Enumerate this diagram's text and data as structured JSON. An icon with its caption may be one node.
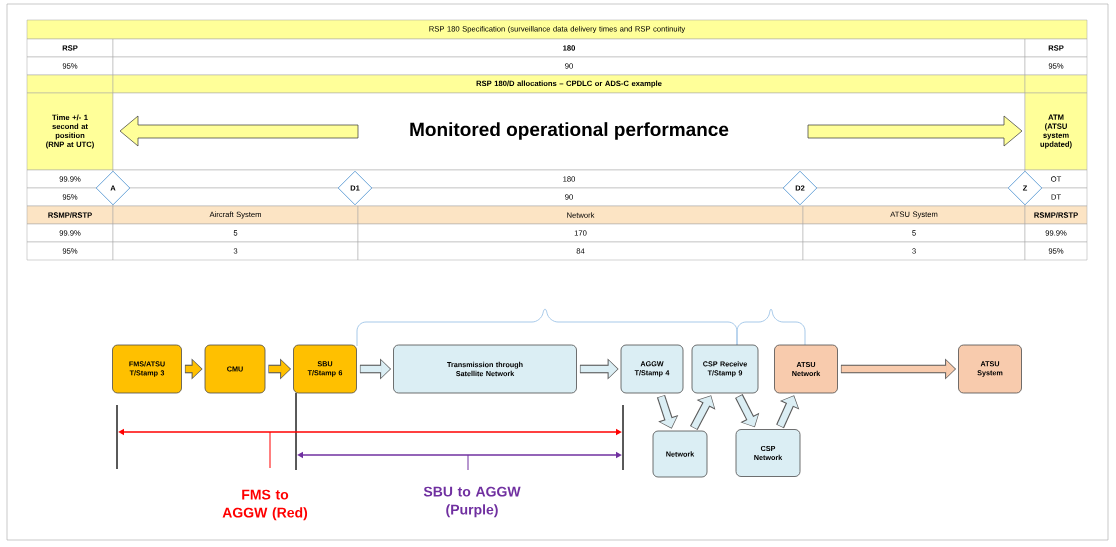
{
  "diagram": {
    "nodes": [
      {
        "text": [
          "FMS/ATSU T/Stamp 3"
        ]
      },
      {
        "text": [
          "CMU"
        ]
      },
      {
        "text": [
          "SBU T/Stamp 6"
        ]
      },
      {
        "text": [
          "Transmission through Satellite Network"
        ]
      },
      {
        "text": [
          "AGGW T/Stamp 4"
        ]
      },
      {
        "text": [
          "CSP Receive T/Stamp 9"
        ]
      },
      {
        "text": [
          "ATSU Network"
        ]
      },
      {
        "text": [
          "ATSU System"
        ]
      },
      {
        "text": [
          "Network"
        ]
      },
      {
        "text": [
          "CSP Network"
        ]
      },
      {
        "text": [
          "A"
        ]
      },
      {
        "text": [
          "D1"
        ]
      },
      {
        "text": [
          "D2"
        ]
      },
      {
        "text": [
          "Z"
        ]
      }
    ],
    "edges": [
      {
        "from": 0,
        "to": 1,
        "arrow": "to",
        "color": "#ffc000"
      },
      {
        "from": 1,
        "to": 2,
        "arrow": "to",
        "color": "#ffc000"
      },
      {
        "from": 2,
        "to": 3,
        "arrow": "to"
      },
      {
        "from": 3,
        "to": 4,
        "arrow": "to"
      },
      {
        "from": 4,
        "to": 8,
        "arrow": "to"
      },
      {
        "from": 8,
        "to": 5,
        "arrow": "to"
      },
      {
        "from": 5,
        "to": 9,
        "arrow": "to"
      },
      {
        "from": 9,
        "to": 6,
        "arrow": "to"
      },
      {
        "from": 6,
        "to": 7,
        "arrow": "to",
        "color": "#f8cbad"
      }
    ],
    "labels": [
      "RSP 180 Specification (surveillance data delivery times and RSP continuity",
      "RSP",
      "180",
      "RSP",
      "95%",
      "90",
      "95%",
      "RSP 180/D allocations – CPDLC or ADS-C example",
      "Time +/- 1 second at position (RNP at UTC)",
      "Monitored operational performance",
      "ATM (ATSU system updated)",
      "99.9%",
      "180",
      "OT",
      "95%",
      "90",
      "DT",
      "RSMP/RSTP",
      "Aircraft System",
      "Network",
      "ATSU System",
      "RSMP/RSTP",
      "99.9%",
      "5",
      "170",
      "5",
      "99.9%",
      "95%",
      "3",
      "84",
      "3",
      "95%",
      "FMS to AGGW (Red)",
      "SBU to AGGW (Purple)"
    ]
  }
}
